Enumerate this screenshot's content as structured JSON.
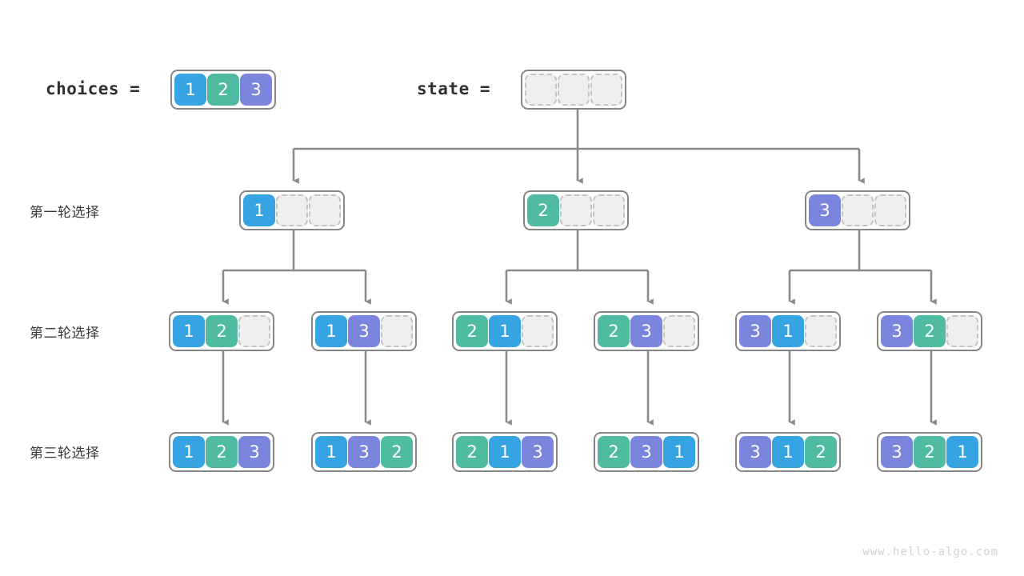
{
  "diagram": {
    "title_watermark": "www.hello-algo.com",
    "palette": {
      "value_1": "#36a3e3",
      "value_2": "#4fbba3",
      "value_3": "#7b85de",
      "empty_cell": "#efefef",
      "empty_border": "#c4c4c4",
      "box_border": "#868686",
      "edge": "#8a8a8a",
      "label_text": "#3a3a3a",
      "header_text": "#2f2f2f"
    },
    "header": {
      "choices_label": "choices =",
      "choices_values": [
        1,
        2,
        3
      ],
      "state_label": "state =",
      "state_values": [
        null,
        null,
        null
      ]
    },
    "rows": [
      {
        "label": "第一轮选择",
        "nodes": [
          {
            "values": [
              1,
              null,
              null
            ]
          },
          {
            "values": [
              2,
              null,
              null
            ]
          },
          {
            "values": [
              3,
              null,
              null
            ]
          }
        ]
      },
      {
        "label": "第二轮选择",
        "nodes": [
          {
            "values": [
              1,
              2,
              null
            ]
          },
          {
            "values": [
              1,
              3,
              null
            ]
          },
          {
            "values": [
              2,
              1,
              null
            ]
          },
          {
            "values": [
              2,
              3,
              null
            ]
          },
          {
            "values": [
              3,
              1,
              null
            ]
          },
          {
            "values": [
              3,
              2,
              null
            ]
          }
        ]
      },
      {
        "label": "第三轮选择",
        "nodes": [
          {
            "values": [
              1,
              2,
              3
            ]
          },
          {
            "values": [
              1,
              3,
              2
            ]
          },
          {
            "values": [
              2,
              1,
              3
            ]
          },
          {
            "values": [
              2,
              3,
              1
            ]
          },
          {
            "values": [
              3,
              1,
              2
            ]
          },
          {
            "values": [
              3,
              2,
              1
            ]
          }
        ]
      }
    ]
  }
}
